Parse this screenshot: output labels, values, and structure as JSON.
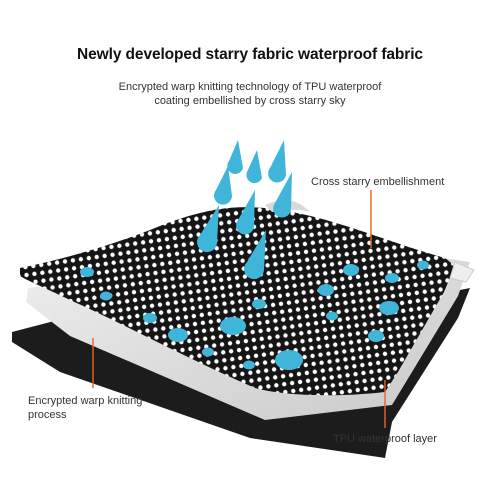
{
  "header": {
    "title": "Newly developed starry fabric waterproof fabric",
    "subtitle_line1": "Encrypted warp knitting technology of TPU waterproof",
    "subtitle_line2": "coating embellished by cross starry sky"
  },
  "callouts": {
    "cross_starry": "Cross starry embellishment",
    "warp_knitting_line1": "Encrypted warp knitting",
    "warp_knitting_line2": "process",
    "tpu_layer": "TPU waterproof layer"
  },
  "colors": {
    "accent": "#e8642a",
    "droplet": "#3fb6d9",
    "fabric_dark": "#151515",
    "fabric_dot": "#ffffff",
    "tpu_layer": "#1c1c1c",
    "base_layer": "#e3e3e3"
  }
}
